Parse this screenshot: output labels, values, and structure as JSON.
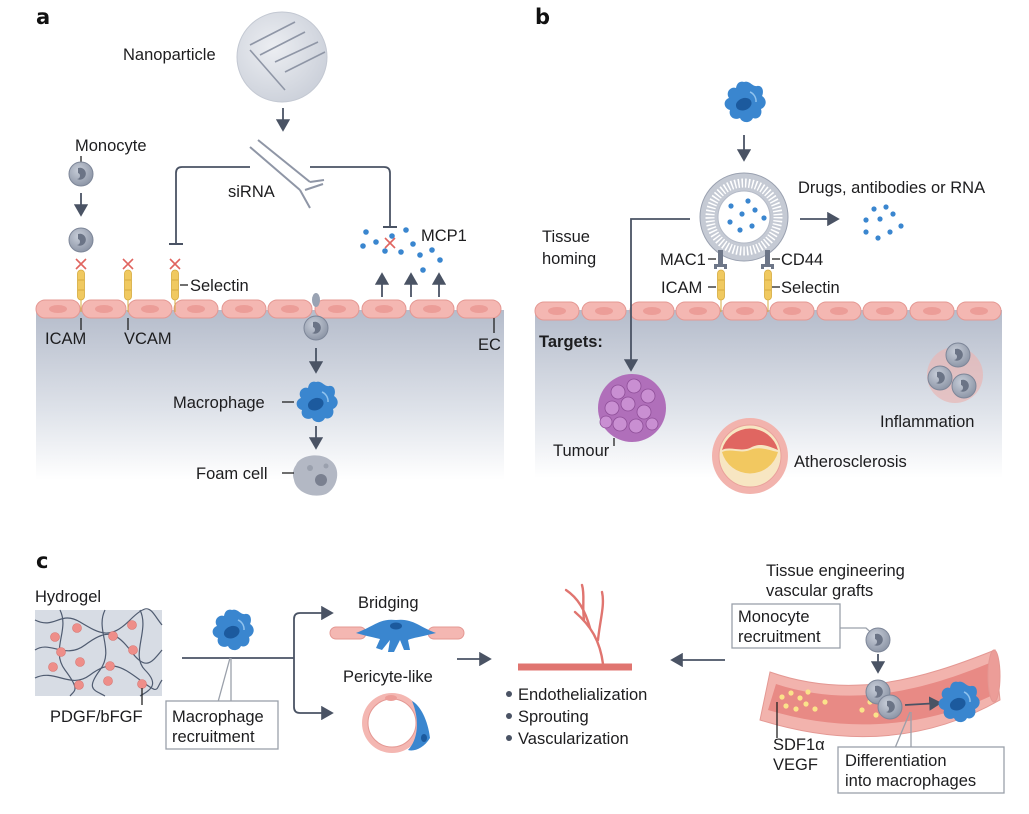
{
  "panels": {
    "a": {
      "letter": "a",
      "nanoparticle": "Nanoparticle",
      "sirna": "siRNA",
      "monocyte": "Monocyte",
      "mcp1": "MCP1",
      "selectin": "Selectin",
      "icam": "ICAM",
      "vcam": "VCAM",
      "ec": "EC",
      "macrophage": "Macrophage",
      "foam_cell": "Foam cell"
    },
    "b": {
      "letter": "b",
      "payload": "Drugs, antibodies or RNA",
      "tissue_homing_1": "Tissue",
      "tissue_homing_2": "homing",
      "mac1": "MAC1",
      "cd44": "CD44",
      "icam": "ICAM",
      "selectin": "Selectin",
      "targets": "Targets:",
      "tumour": "Tumour",
      "inflammation": "Inflammation",
      "atherosclerosis": "Atherosclerosis"
    },
    "c": {
      "letter": "c",
      "hydrogel": "Hydrogel",
      "growth_factors": "PDGF/bFGF",
      "macrophage_recruitment_1": "Macrophage",
      "macrophage_recruitment_2": "recruitment",
      "bridging": "Bridging",
      "pericyte_like": "Pericyte-like",
      "outcomes": [
        "Endothelialization",
        "Sprouting",
        "Vascularization"
      ],
      "graft_title_1": "Tissue engineering",
      "graft_title_2": "vascular grafts",
      "monocyte_recruitment_1": "Monocyte",
      "monocyte_recruitment_2": "recruitment",
      "chemokine_1": "SDF1α",
      "chemokine_2": "VEGF",
      "differentiation_1": "Differentiation",
      "differentiation_2": "into macrophages"
    }
  },
  "colors": {
    "endothelium": "#f4b7b2",
    "tissue_gradient_top": "#b8bfcc",
    "macrophage_blue": "#3a86cf",
    "monocyte_grey": "#9aa3b3",
    "adhesion_yellow": "#f0c960",
    "inhibit_red": "#e0645f",
    "vessel_red": "#e07570",
    "tumour_purple": "#b06fba",
    "connector": "#4a5364"
  }
}
